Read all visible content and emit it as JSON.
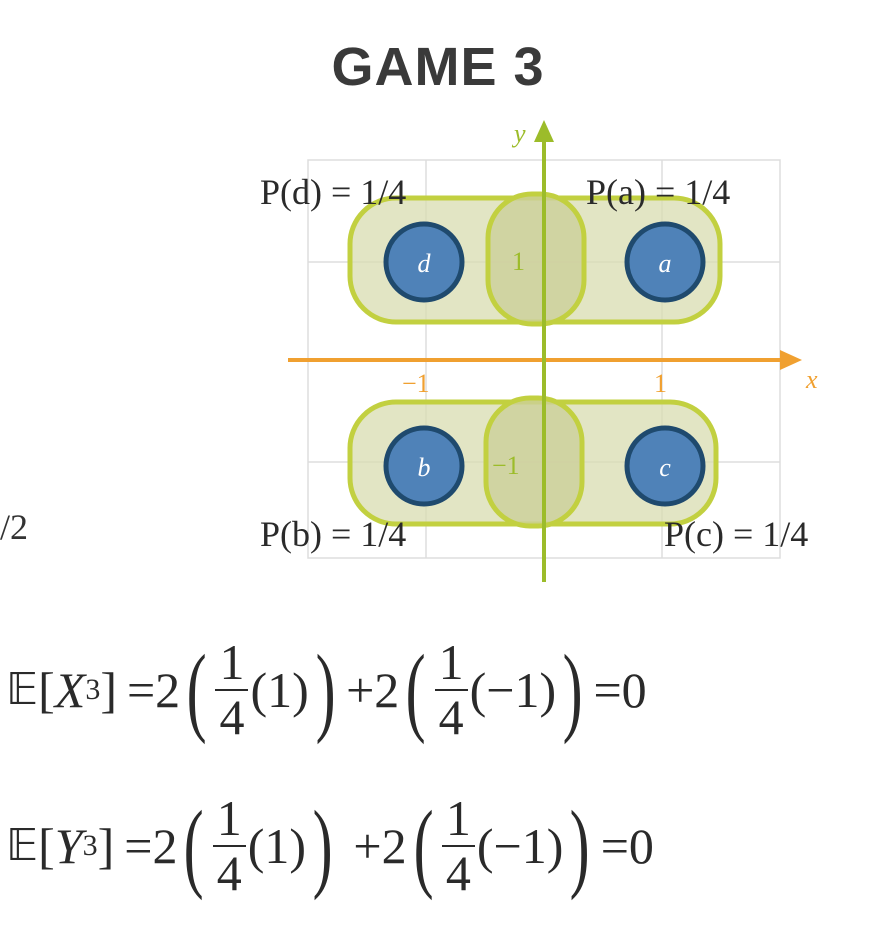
{
  "title": "GAME 3",
  "cut_text": "/2",
  "axes": {
    "x_label": "x",
    "y_label": "y",
    "x_ticks": [
      "−1",
      "1"
    ],
    "y_ticks": [
      "1",
      "−1"
    ]
  },
  "points": [
    {
      "id": "a",
      "label": "a",
      "prob": "P(a) = 1/4"
    },
    {
      "id": "b",
      "label": "b",
      "prob": "P(b) = 1/4"
    },
    {
      "id": "c",
      "label": "c",
      "prob": "P(c) = 1/4"
    },
    {
      "id": "d",
      "label": "d",
      "prob": "P(d) = 1/4"
    }
  ],
  "equations": [
    {
      "lhs_sym": "𝔼",
      "var": "X",
      "sub": "3",
      "coef1": "2",
      "frac_num": "1",
      "frac_den": "4",
      "arg1": "(1)",
      "coef2": "+2",
      "arg2": "(−1)",
      "result": "=0"
    },
    {
      "lhs_sym": "𝔼",
      "var": "Y",
      "sub": "3",
      "coef1": "2",
      "frac_num": "1",
      "frac_den": "4",
      "arg1": "(1)",
      "coef2": "+2",
      "arg2": "(−1)",
      "result": "=0"
    }
  ],
  "colors": {
    "axis_x": "#f0a030",
    "axis_y": "#9cbc2a",
    "region_fill": "#d8dcb0",
    "region_stroke": "#c2d040",
    "circle_fill": "#4f82b8",
    "circle_stroke": "#1f4a6e",
    "grid": "#dddddd"
  }
}
